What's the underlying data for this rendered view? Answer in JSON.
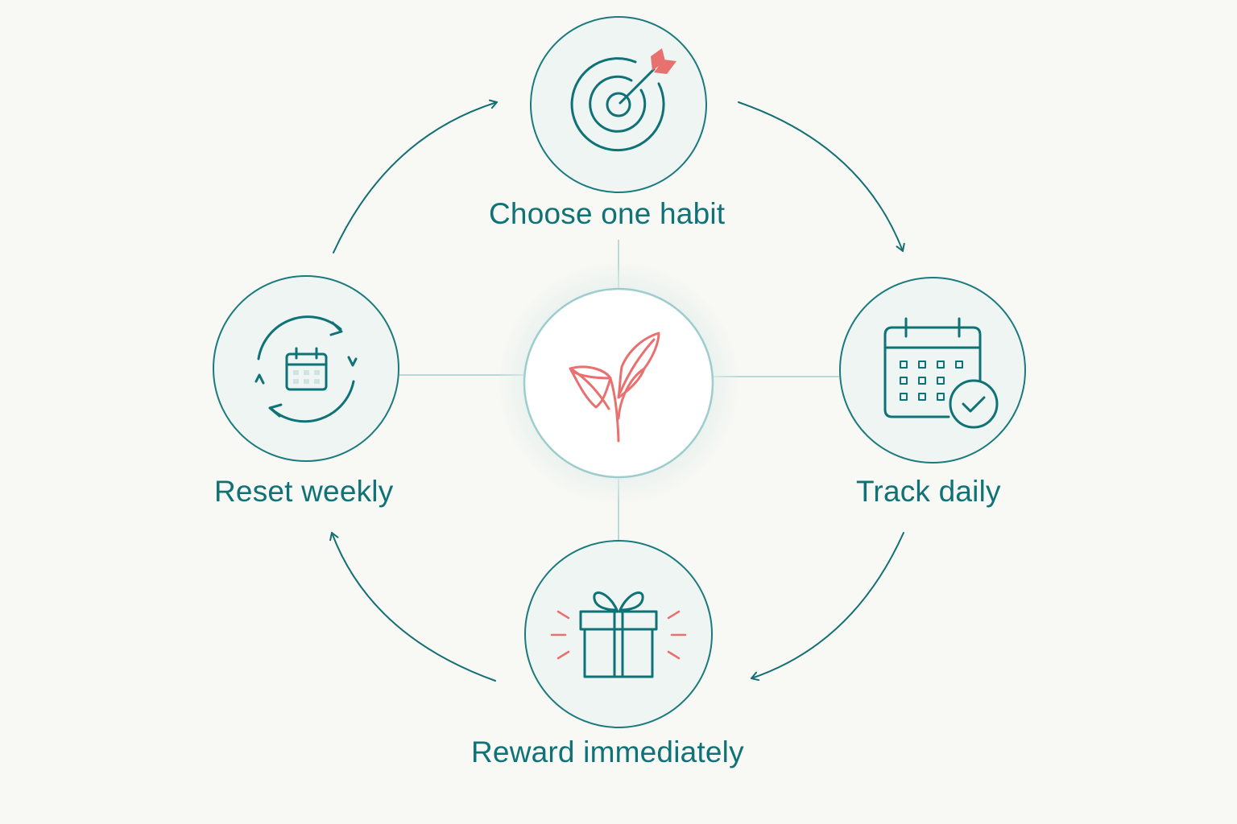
{
  "steps": [
    {
      "label": "Choose one habit",
      "icon": "target-icon"
    },
    {
      "label": "Track daily",
      "icon": "calendar-check-icon"
    },
    {
      "label": "Reward immediately",
      "icon": "gift-icon"
    },
    {
      "label": "Reset weekly",
      "icon": "calendar-refresh-icon"
    }
  ],
  "center": {
    "icon": "sprout-icon"
  },
  "colors": {
    "background": "#f8f8f4",
    "primary": "#0f7277",
    "accent": "#e8706f",
    "connector": "#b9d9d9",
    "node_fill": "#eef5f3"
  }
}
